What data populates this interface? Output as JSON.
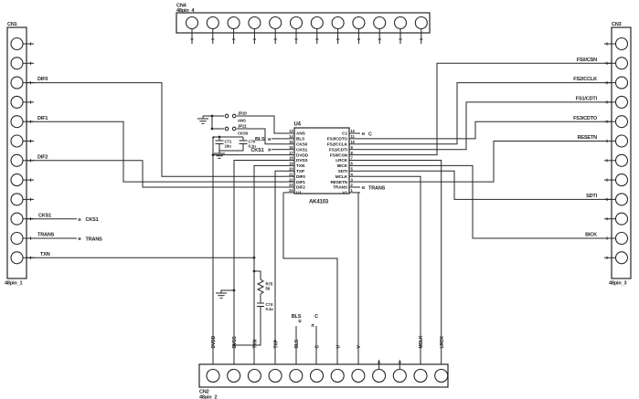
{
  "diagram": {
    "type": "schematic",
    "ic": {
      "ref": "U4",
      "part": "AK4103",
      "left_pins": [
        {
          "num": "13",
          "name": "ANS"
        },
        {
          "num": "14",
          "name": "BLS"
        },
        {
          "num": "15",
          "name": "CKS0"
        },
        {
          "num": "16",
          "name": "CKS1"
        },
        {
          "num": "17",
          "name": "DVDD"
        },
        {
          "num": "18",
          "name": "DVSS"
        },
        {
          "num": "19",
          "name": "TXN"
        },
        {
          "num": "20",
          "name": "TXP"
        },
        {
          "num": "21",
          "name": "DIF0"
        },
        {
          "num": "22",
          "name": "DIF1"
        },
        {
          "num": "23",
          "name": "DIF2"
        },
        {
          "num": "24",
          "name": "U1"
        }
      ],
      "right_pins": [
        {
          "num": "12",
          "name": "C1"
        },
        {
          "num": "11",
          "name": "FS3/CDTO"
        },
        {
          "num": "10",
          "name": "FS2/CCLK"
        },
        {
          "num": "9",
          "name": "FS1/CDTI"
        },
        {
          "num": "8",
          "name": "FS0/CSN"
        },
        {
          "num": "7",
          "name": "LRCK"
        },
        {
          "num": "6",
          "name": "BICK"
        },
        {
          "num": "5",
          "name": "SDTI"
        },
        {
          "num": "4",
          "name": "MCLK"
        },
        {
          "num": "3",
          "name": "RESETN"
        },
        {
          "num": "2",
          "name": "TRANS"
        },
        {
          "num": "1",
          "name": "V1"
        }
      ]
    },
    "connectors": {
      "cn1": {
        "ref": "CN1",
        "package": "48pin_1",
        "pin_count": 12,
        "signals": {
          "3": "DIF0",
          "5": "DIF1",
          "7": "DIF2",
          "10": "CKS1",
          "11": "TRANS",
          "12": "TXN"
        }
      },
      "cn2": {
        "ref": "CN2",
        "package": "48pin_2",
        "pin_count": 12,
        "signals": {
          "1": "DVDD",
          "2": "DVSS",
          "3": "TXN",
          "4": "TXP",
          "5": "BLS",
          "6": "C",
          "7": "U",
          "8": "V",
          "11": "MCLK",
          "12": "LRCK"
        }
      },
      "cn3": {
        "ref": "CN3",
        "package": "48pin_3",
        "pin_count": 12,
        "signals": {
          "2": "FS0/CSN",
          "3": "FS2/CCLK",
          "4": "FS1/CDTI",
          "5": "FS3/CDTO",
          "6": "RESETN",
          "9": "SDTI",
          "11": "BICK"
        }
      },
      "cn4": {
        "ref": "CN4",
        "package": "48pin_4",
        "pin_count": 12,
        "signals": {}
      }
    },
    "components": {
      "c71": {
        "ref": "C71",
        "value": "10u",
        "polarity": "+"
      },
      "c70": {
        "ref": "C70",
        "value": "0.1u"
      },
      "r75": {
        "ref": "R75",
        "value": "56"
      },
      "c74": {
        "ref": "C74",
        "value": "0.1u"
      },
      "jp20": {
        "ref": "JP20",
        "net": "ANS"
      },
      "jp21": {
        "ref": "JP21",
        "net": "CKS0"
      }
    },
    "offpage_refs": {
      "cks1_out": "CKS1",
      "trans_out": "TRANS",
      "bls_left": "BLS",
      "cks1_in": "CKS1",
      "c_right": "C",
      "trans_right": "TRANS",
      "bls_down": "BLS",
      "c_up": "C"
    }
  },
  "icons": {
    "chevron_left": "«",
    "chevron_right": "»"
  },
  "colors": {
    "background": "#ffffff",
    "line": "#262626",
    "text": "#1a1a1a"
  }
}
